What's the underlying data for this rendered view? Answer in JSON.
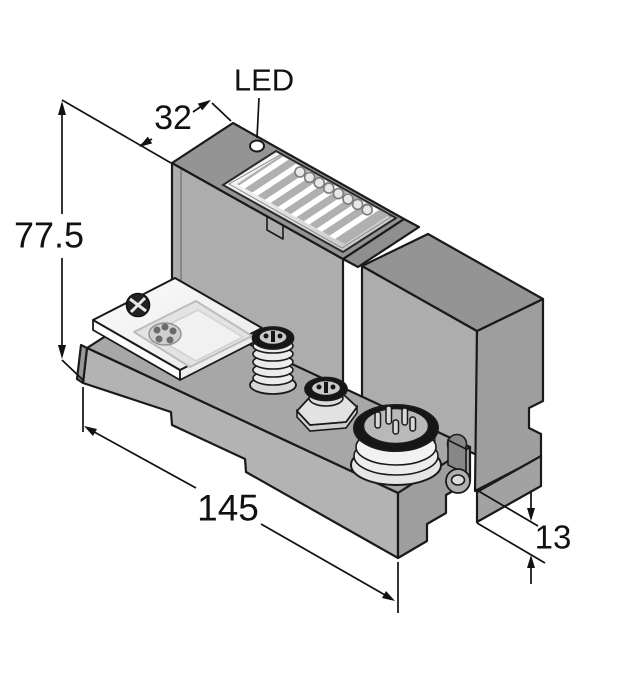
{
  "drawing": {
    "annotations": {
      "led_label": "LED",
      "dim_top_width": "32",
      "dim_height": "77.5",
      "dim_length": "145",
      "dim_foot_height": "13"
    },
    "led_window": {
      "stripe_count": 8,
      "indicator_count": 8
    },
    "connectors": {
      "count": 3
    },
    "palette": {
      "line": "#1a1a1a",
      "face_top": "#949494",
      "face_front": "#adadad",
      "face_side": "#9e9e9e",
      "base_front": "#b3b3b3",
      "plate": "#f4f4f4",
      "background": "#ffffff"
    }
  }
}
